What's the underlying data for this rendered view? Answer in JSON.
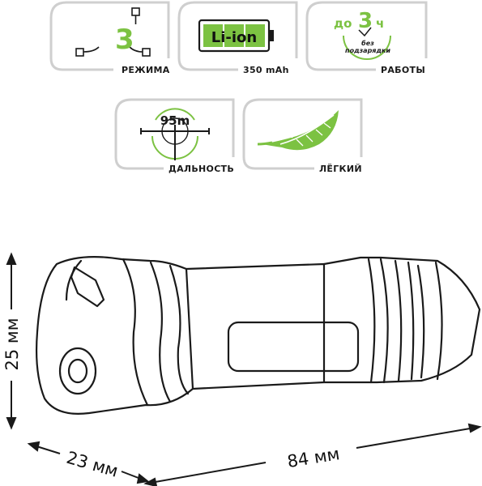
{
  "features": {
    "modes": {
      "number": "3",
      "label": "РЕЖИМА"
    },
    "battery": {
      "chem": "Li-ion",
      "capacity": "350 mAh"
    },
    "runtime": {
      "prefix": "до",
      "number": "3",
      "unit": "ч",
      "note_line1": "без",
      "note_line2": "подзарядки",
      "label": "РАБОТЫ"
    },
    "range": {
      "value": "95m",
      "label": "ДАЛЬНОСТЬ"
    },
    "weight": {
      "label": "ЛЁГКИЙ"
    }
  },
  "dimensions": {
    "height": "25 мм",
    "diameter": "23 мм",
    "length": "84 мм"
  },
  "colors": {
    "accent": "#7cc242",
    "frame": "#cccccc",
    "line": "#1a1a1a"
  }
}
